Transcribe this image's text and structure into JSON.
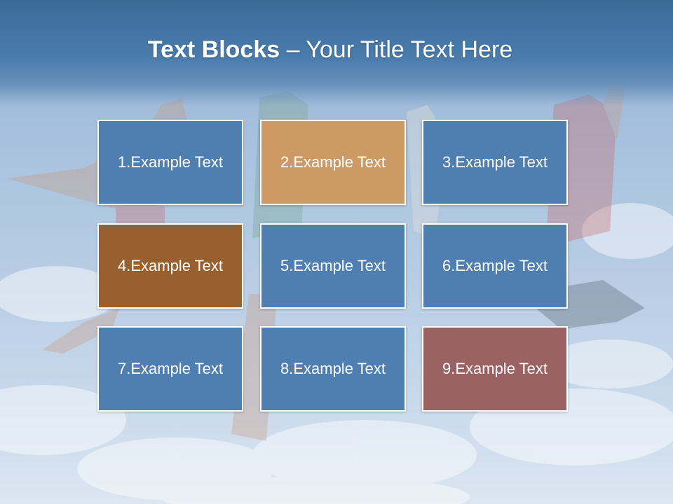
{
  "title": {
    "bold": "Text Blocks",
    "separator": " – ",
    "rest": "Your Title Text Here"
  },
  "colors": {
    "header": "#4a7cad",
    "blue": "#4f7fb0",
    "tan": "#cd9a66",
    "brown": "#98602f",
    "rose": "#9a6262",
    "border": "#ffffff"
  },
  "blocks": [
    {
      "label": "1.Example Text",
      "color": "#4f7fb0"
    },
    {
      "label": "2.Example Text",
      "color": "#cd9a66"
    },
    {
      "label": "3.Example Text",
      "color": "#4f7fb0"
    },
    {
      "label": "4.Example Text",
      "color": "#98602f"
    },
    {
      "label": "5.Example Text",
      "color": "#4f7fb0"
    },
    {
      "label": "6.Example Text",
      "color": "#4f7fb0"
    },
    {
      "label": "7.Example Text",
      "color": "#4f7fb0"
    },
    {
      "label": "8.Example Text",
      "color": "#4f7fb0"
    },
    {
      "label": "9.Example Text",
      "color": "#9a6262"
    }
  ]
}
